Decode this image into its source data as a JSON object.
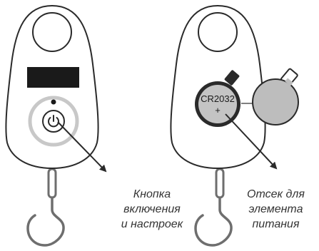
{
  "left_device": {
    "caption_lines": [
      "Кнопка",
      "включения",
      "и настроек"
    ]
  },
  "right_device": {
    "battery_label": "CR2032",
    "battery_polarity": "+",
    "caption_lines": [
      "Отсек для",
      "элемента",
      "питания"
    ]
  },
  "colors": {
    "outline": "#2a2a2a",
    "display": "#1a1a1a",
    "button_ring": "#c8c8c8",
    "battery_fill": "#c4c4c4",
    "hook": "#6e6e6e",
    "text": "#333333"
  },
  "icons": {
    "power_button": "power-icon",
    "insert_arrow": "arrow-right-icon",
    "pointer": "leader-arrow"
  }
}
